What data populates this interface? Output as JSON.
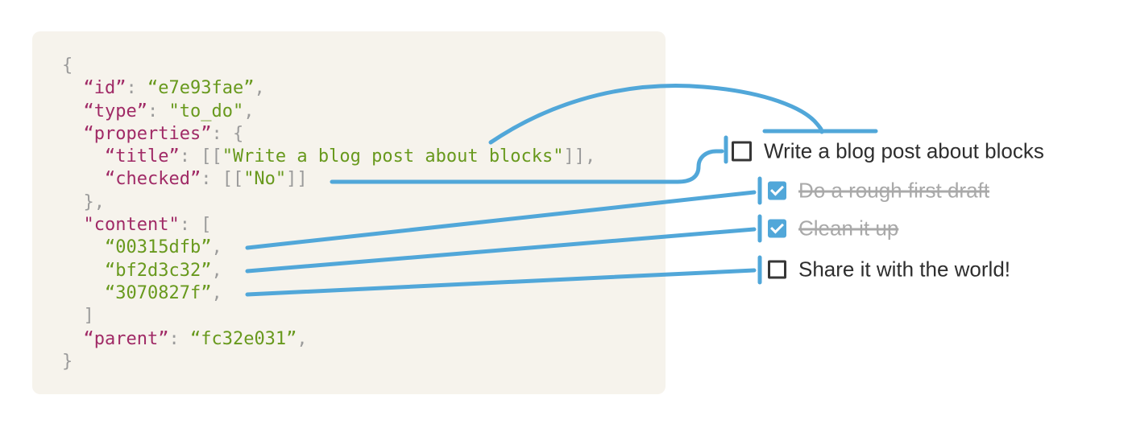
{
  "colors": {
    "code_bg": "#f6f3ec",
    "code_key": "#a02a66",
    "code_value": "#68991d",
    "code_punct": "#9b9b9b",
    "arrow_blue": "#51a7d9",
    "checkbox_border": "#363636",
    "todo_text": "#2e2e2e",
    "todo_done_text": "#a9a9a9"
  },
  "code_block": {
    "language": "json",
    "lines": [
      [
        {
          "c": "pun",
          "t": "{"
        }
      ],
      [
        {
          "c": "pun",
          "t": "  "
        },
        {
          "c": "key",
          "t": "“id”"
        },
        {
          "c": "pun",
          "t": ": "
        },
        {
          "c": "val",
          "t": "“e7e93fae”"
        },
        {
          "c": "pun",
          "t": ","
        }
      ],
      [
        {
          "c": "pun",
          "t": "  "
        },
        {
          "c": "key",
          "t": "“type”"
        },
        {
          "c": "pun",
          "t": ": "
        },
        {
          "c": "val",
          "t": "\"to_do\""
        },
        {
          "c": "pun",
          "t": ","
        }
      ],
      [
        {
          "c": "pun",
          "t": "  "
        },
        {
          "c": "key",
          "t": "“properties”"
        },
        {
          "c": "pun",
          "t": ": {"
        }
      ],
      [
        {
          "c": "pun",
          "t": "    "
        },
        {
          "c": "key",
          "t": "“title”"
        },
        {
          "c": "pun",
          "t": ": [["
        },
        {
          "c": "val",
          "t": "\"Write a blog post about blocks\""
        },
        {
          "c": "pun",
          "t": "]],"
        }
      ],
      [
        {
          "c": "pun",
          "t": "    "
        },
        {
          "c": "key",
          "t": "“checked”"
        },
        {
          "c": "pun",
          "t": ": [["
        },
        {
          "c": "val",
          "t": "\"No\""
        },
        {
          "c": "pun",
          "t": "]]"
        }
      ],
      [
        {
          "c": "pun",
          "t": "  },"
        }
      ],
      [
        {
          "c": "pun",
          "t": "  "
        },
        {
          "c": "key",
          "t": "\"content\""
        },
        {
          "c": "pun",
          "t": ": ["
        }
      ],
      [
        {
          "c": "pun",
          "t": "    "
        },
        {
          "c": "val",
          "t": "“00315dfb”"
        },
        {
          "c": "pun",
          "t": ","
        }
      ],
      [
        {
          "c": "pun",
          "t": "    "
        },
        {
          "c": "val",
          "t": "“bf2d3c32”"
        },
        {
          "c": "pun",
          "t": ","
        }
      ],
      [
        {
          "c": "pun",
          "t": "    "
        },
        {
          "c": "val",
          "t": "“3070827f”"
        },
        {
          "c": "pun",
          "t": ","
        }
      ],
      [
        {
          "c": "pun",
          "t": "  ]"
        }
      ],
      [
        {
          "c": "pun",
          "t": "  "
        },
        {
          "c": "key",
          "t": "“parent”"
        },
        {
          "c": "pun",
          "t": ": "
        },
        {
          "c": "val",
          "t": "“fc32e031”"
        },
        {
          "c": "pun",
          "t": ","
        }
      ],
      [
        {
          "c": "pun",
          "t": "}"
        }
      ]
    ]
  },
  "todo_list": {
    "items": [
      {
        "label": "Write a blog post about blocks",
        "checked": false,
        "completed": false
      },
      {
        "label": "Do a rough first draft",
        "checked": true,
        "completed": true
      },
      {
        "label": "Clean it up",
        "checked": true,
        "completed": true
      },
      {
        "label": "Share it with the world!",
        "checked": false,
        "completed": false
      }
    ]
  }
}
